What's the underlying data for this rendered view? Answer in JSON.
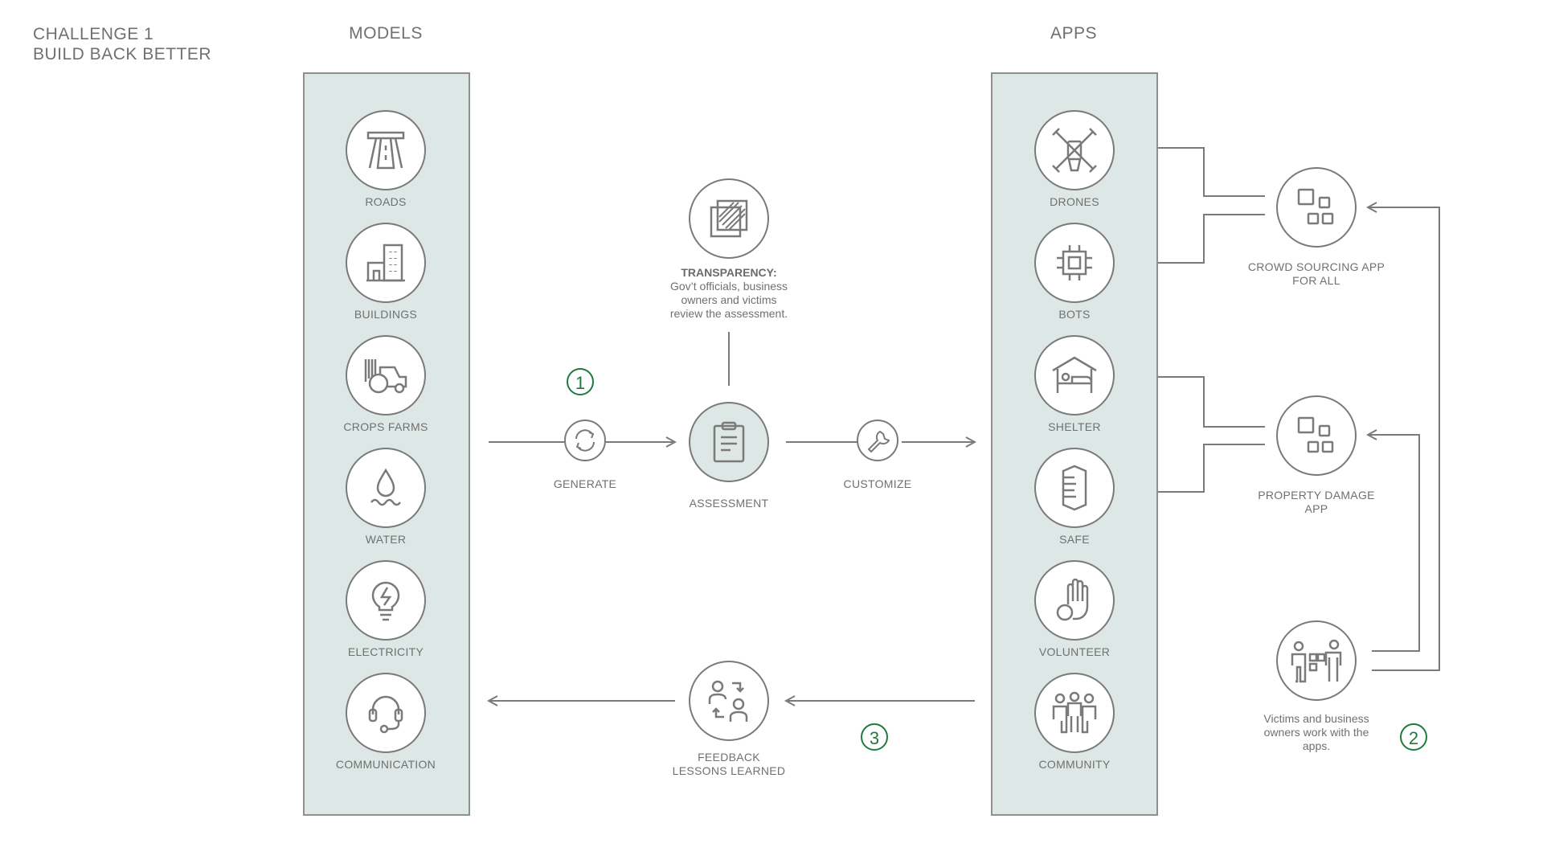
{
  "challenge": {
    "line1": "CHALLENGE 1",
    "line2": "BUILD BACK BETTER"
  },
  "columns": {
    "models": "MODELS",
    "apps": "APPS"
  },
  "models": [
    {
      "label": "ROADS",
      "icon": "road-icon"
    },
    {
      "label": "BUILDINGS",
      "icon": "buildings-icon"
    },
    {
      "label": "CROPS FARMS",
      "icon": "tractor-icon"
    },
    {
      "label": "WATER",
      "icon": "water-drop-icon"
    },
    {
      "label": "ELECTRICITY",
      "icon": "lightbulb-icon"
    },
    {
      "label": "COMMUNICATION",
      "icon": "headset-icon"
    }
  ],
  "apps": [
    {
      "label": "DRONES",
      "icon": "drone-icon"
    },
    {
      "label": "BOTS",
      "icon": "chip-icon"
    },
    {
      "label": "SHELTER",
      "icon": "shelter-icon"
    },
    {
      "label": "SAFE",
      "icon": "shield-icon"
    },
    {
      "label": "VOLUNTEER",
      "icon": "hand-icon"
    },
    {
      "label": "COMMUNITY",
      "icon": "community-icon"
    }
  ],
  "flow": {
    "generate": "GENERATE",
    "assessment": "ASSESSMENT",
    "customize": "CUSTOMIZE",
    "feedback_line1": "FEEDBACK",
    "feedback_line2": "LESSONS LEARNED"
  },
  "transparency": {
    "title": "TRANSPARENCY:",
    "line1": "Gov’t officials, business",
    "line2": "owners and victims",
    "line3": "review the assessment."
  },
  "right_apps": {
    "crowd_line1": "CROWD SOURCING APP",
    "crowd_line2": "FOR ALL",
    "property_line1": "PROPERTY DAMAGE",
    "property_line2": "APP",
    "victims_line1": "Victims and business",
    "victims_line2": "owners work with the",
    "victims_line3": "apps."
  },
  "steps": {
    "one": "1",
    "two": "2",
    "three": "3"
  },
  "colors": {
    "panel": "#dde7e5",
    "stroke": "#7a7a7a",
    "step": "#1f7a3b"
  }
}
